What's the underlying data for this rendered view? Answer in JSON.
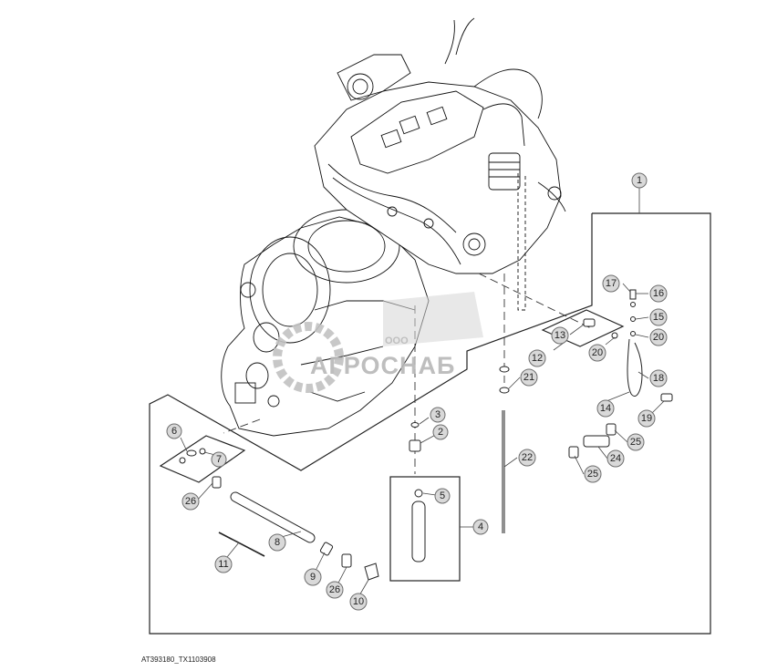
{
  "figure_id": "AT393180_TX1103908",
  "watermark": {
    "line1": "ООО",
    "line2": "АГРОСНАБ"
  },
  "callouts": [
    {
      "num": "1"
    },
    {
      "num": "2"
    },
    {
      "num": "3"
    },
    {
      "num": "4"
    },
    {
      "num": "5"
    },
    {
      "num": "6"
    },
    {
      "num": "7"
    },
    {
      "num": "8"
    },
    {
      "num": "9"
    },
    {
      "num": "10"
    },
    {
      "num": "11"
    },
    {
      "num": "12"
    },
    {
      "num": "13"
    },
    {
      "num": "14"
    },
    {
      "num": "15"
    },
    {
      "num": "16"
    },
    {
      "num": "17"
    },
    {
      "num": "18"
    },
    {
      "num": "19"
    },
    {
      "num": "20"
    },
    {
      "num": "20"
    },
    {
      "num": "21"
    },
    {
      "num": "22"
    },
    {
      "num": "24"
    },
    {
      "num": "25"
    },
    {
      "num": "25"
    },
    {
      "num": "26"
    },
    {
      "num": "26"
    }
  ]
}
